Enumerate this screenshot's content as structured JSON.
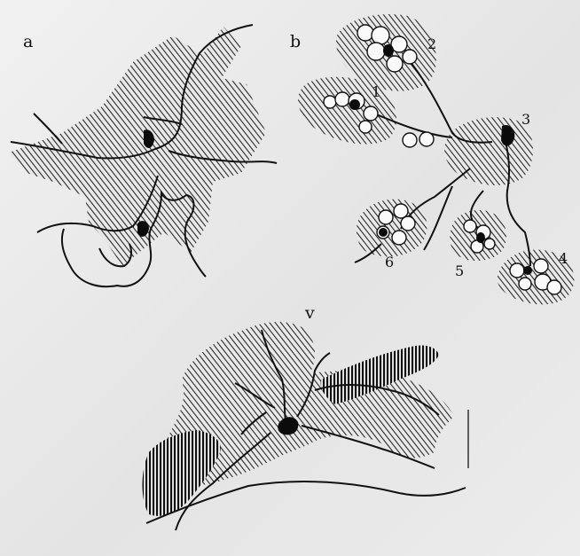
{
  "panels": [
    {
      "id": "a",
      "label": "a"
    },
    {
      "id": "b",
      "label": "b",
      "numbers": [
        "1",
        "2",
        "3",
        "4",
        "5",
        "6"
      ]
    },
    {
      "id": "v",
      "label": "v"
    }
  ]
}
